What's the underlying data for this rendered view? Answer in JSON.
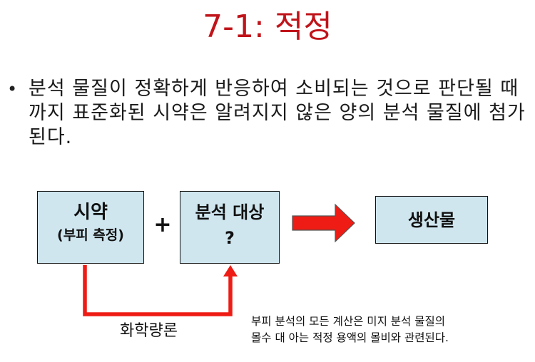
{
  "title": "7-1: 적정",
  "bullet": {
    "symbol": "•",
    "text": "분석 물질이 정확하게 반응하여 소비되는 것으로 판단될 때까지 표준화된 시약은 알려지지 않은 양의 분석 물질에 첨가된다."
  },
  "diagram": {
    "reagent": {
      "line1": "시약",
      "line2": "(부피 측정)"
    },
    "plus": "+",
    "analyte": {
      "line1": "분석 대상",
      "line2": "?"
    },
    "product": {
      "line1": "생산물"
    },
    "stoichiometry_label": "화학량론",
    "note": {
      "line1": "부피 분석의 모든 계산은 미지 분석 물질의",
      "line2": "몰수 대 아는 적정 용액의 몰비와 관련된다."
    },
    "colors": {
      "box_fill": "#cfe6ef",
      "arrow_red": "#ee1c14",
      "title_red": "#c0141a"
    }
  }
}
